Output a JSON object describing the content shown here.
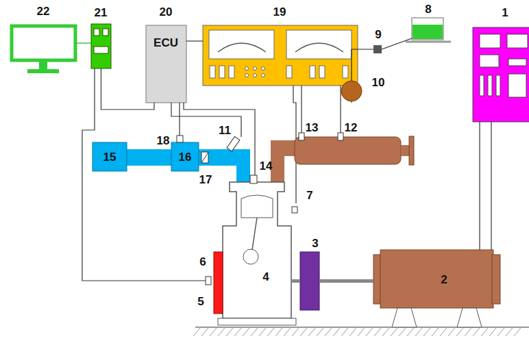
{
  "diagram": {
    "nodes": [
      {
        "text": [
          "22"
        ]
      },
      {
        "text": [
          "21"
        ]
      },
      {
        "text": [
          "20",
          "ECU"
        ]
      },
      {
        "text": [
          "19"
        ]
      },
      {
        "text": [
          "1"
        ]
      },
      {
        "text": [
          "15"
        ]
      },
      {
        "text": [
          "16"
        ]
      },
      {
        "text": [
          "4"
        ]
      },
      {
        "text": [
          "3"
        ]
      },
      {
        "text": [
          "2"
        ]
      }
    ],
    "edges": [
      {
        "from": 0,
        "to": 1,
        "arrow": "none"
      },
      {
        "from": 1,
        "to": 2,
        "arrow": "none"
      },
      {
        "from": 4,
        "to": 9,
        "arrow": "none"
      },
      {
        "from": 4,
        "to": 9,
        "arrow": "none"
      },
      {
        "from": 7,
        "to": 8,
        "arrow": "none"
      },
      {
        "from": 8,
        "to": 9,
        "arrow": "none"
      }
    ],
    "labels": [
      "5",
      "6",
      "7",
      "8",
      "9",
      "10",
      "11",
      "12",
      "13",
      "14",
      "17",
      "18"
    ]
  }
}
